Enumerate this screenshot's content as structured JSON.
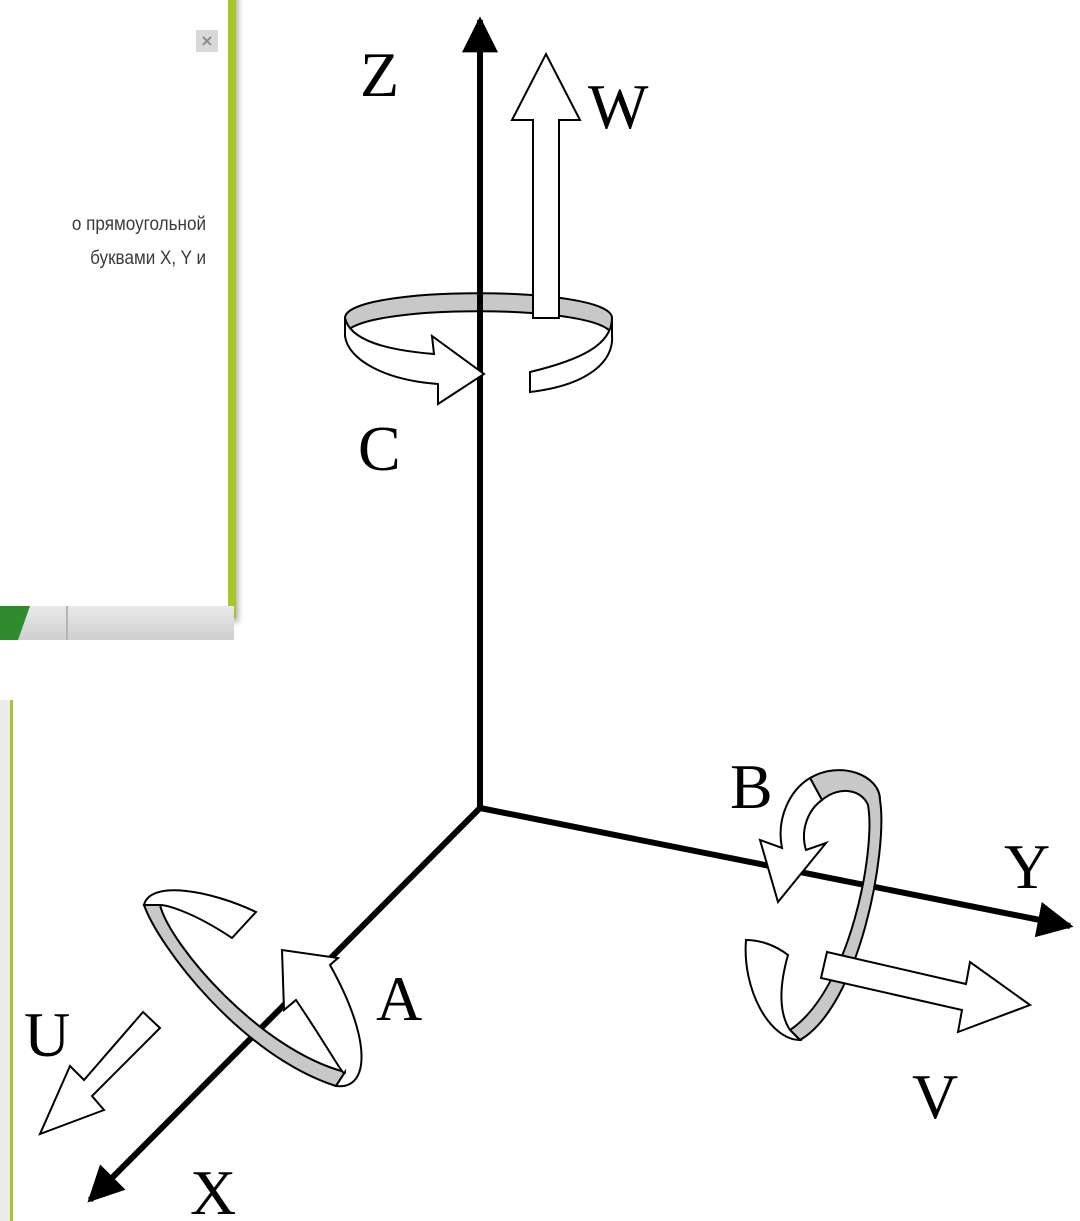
{
  "popup": {
    "close_glyph": "×",
    "text_lines": [
      "о прямоугольной",
      "буквами X, Y и"
    ],
    "border_color": "#a6c72c"
  },
  "diagram": {
    "axes": {
      "z": "Z",
      "y": "Y",
      "x": "X"
    },
    "translations": {
      "w": "W",
      "v": "V",
      "u": "U"
    },
    "rotations": {
      "c": "C",
      "b": "B",
      "a": "A"
    },
    "colors": {
      "axis": "#000000",
      "band": "#c8c8c8",
      "arrow_fill": "#ffffff"
    }
  }
}
